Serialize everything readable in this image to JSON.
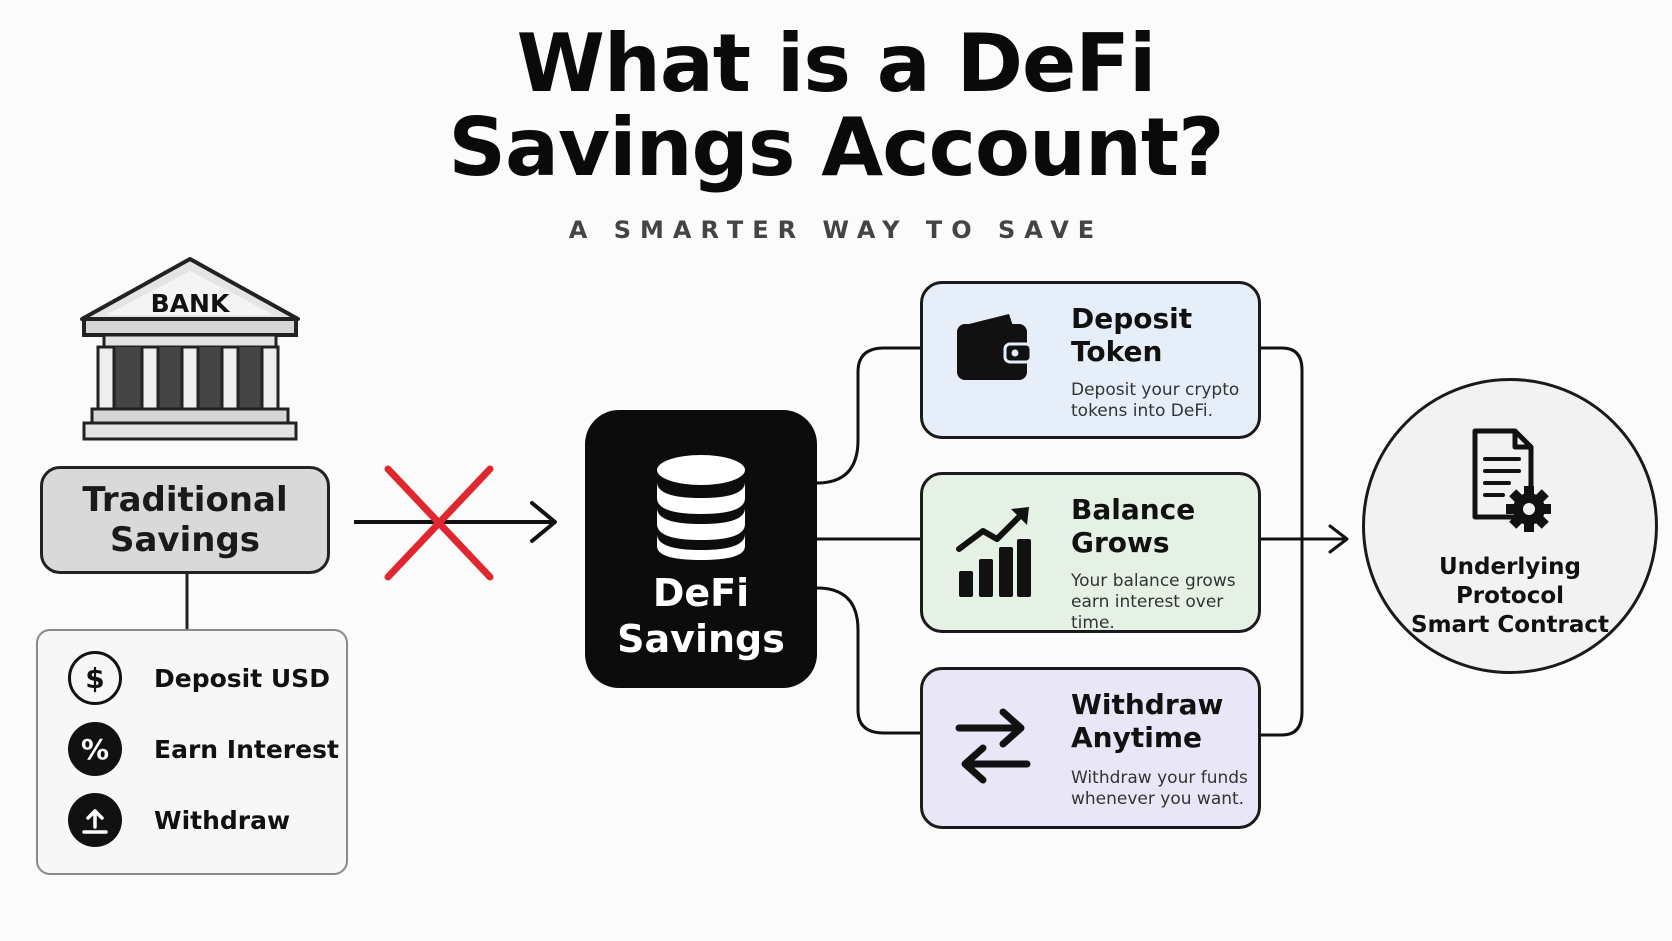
{
  "title": {
    "line1": "What is a DeFi",
    "line2": "Savings Account?"
  },
  "subtitle": "A SMARTER WAY TO SAVE",
  "bank": {
    "sign": "BANK",
    "label_line1": "Traditional",
    "label_line2": "Savings",
    "icon": "bank-building-icon"
  },
  "traditional_steps": [
    {
      "label": "Deposit USD",
      "icon": "dollar-icon"
    },
    {
      "label": "Earn Interest",
      "icon": "percent-icon"
    },
    {
      "label": "Withdraw",
      "icon": "upload-icon"
    }
  ],
  "blocked_marker": {
    "icon": "red-cross-icon",
    "color": "#e0262e"
  },
  "defi": {
    "label_line1": "DeFi",
    "label_line2": "Savings",
    "icon": "coin-stack-icon"
  },
  "steps": [
    {
      "title_line1": "Deposit",
      "title_line2": "Token",
      "desc_line1": "Deposit your crypto",
      "desc_line2": "tokens into DeFi.",
      "icon": "wallet-icon",
      "bg": "#e6eef9"
    },
    {
      "title_line1": "Balance",
      "title_line2": "Grows",
      "desc_line1": "Your balance grows",
      "desc_line2": "earn interest over time.",
      "icon": "growth-chart-icon",
      "bg": "#e5f1e5"
    },
    {
      "title_line1": "Withdraw",
      "title_line2": "Anytime",
      "desc_line1": "Withdraw your funds",
      "desc_line2": "whenever you want.",
      "icon": "swap-arrows-icon",
      "bg": "#e9e7f7"
    }
  ],
  "protocol": {
    "line1": "Underlying",
    "line2": "Protocol",
    "line3": "Smart Contract",
    "icon": "document-gear-icon"
  }
}
